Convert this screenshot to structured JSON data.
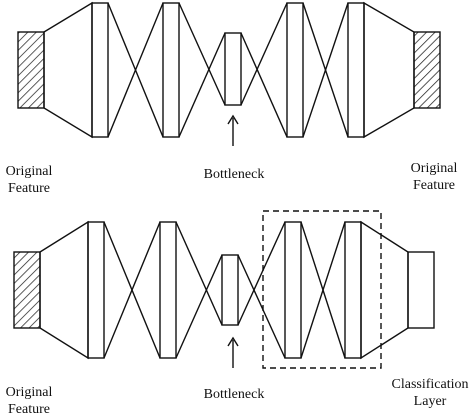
{
  "top": {
    "left_label_line1": "Original",
    "left_label_line2": "Feature",
    "bottleneck_label": "Bottleneck",
    "right_label_line1": "Original",
    "right_label_line2": "Feature"
  },
  "bottom": {
    "left_label_line1": "Original",
    "left_label_line2": "Feature",
    "bottleneck_label": "Bottleneck",
    "right_label_line1": "Classification",
    "right_label_line2": "Layer"
  }
}
